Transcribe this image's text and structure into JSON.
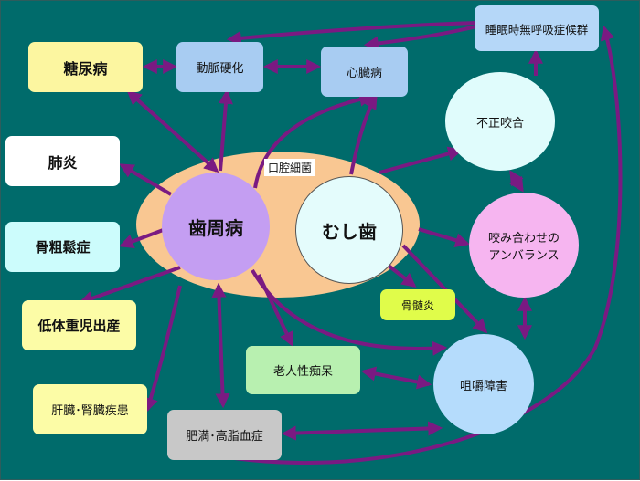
{
  "nodes": {
    "diabetes": "糖尿病",
    "arteriosclerosis": "動脈硬化",
    "heart_disease": "心臓病",
    "sleep_apnea": "睡眠時無呼吸症候群",
    "pneumonia": "肺炎",
    "osteoporosis": "骨粗鬆症",
    "low_birth_weight": "低体重児出産",
    "liver_kidney": "肝臓･腎臓疾患",
    "obesity_lipid": "肥満･高脂血症",
    "dementia": "老人性痴呆",
    "osteomyelitis": "骨髄炎",
    "periodontal": "歯周病",
    "caries": "むし歯",
    "malocclusion": "不正咬合",
    "bite_imbalance_line1": "咬み合わせの",
    "bite_imbalance_line2": "アンバランス",
    "mastication": "咀嚼障害",
    "oral_bacteria": "口腔細菌"
  },
  "colors": {
    "background": "#006b6b",
    "arrow": "#7a1a82",
    "periodontal": "#c49ef2",
    "mouth_area": "#f9c792"
  }
}
